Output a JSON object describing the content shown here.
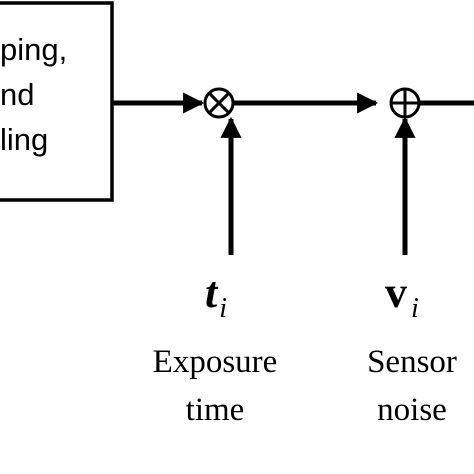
{
  "process_box": {
    "lines": [
      "ping,",
      "nd",
      "ling"
    ]
  },
  "multiply_node": {
    "symbol": "t",
    "subscript": "i",
    "caption": [
      "Exposure",
      "time"
    ]
  },
  "add_node": {
    "symbol": "v",
    "subscript": "i",
    "caption": [
      "Sensor",
      "noise"
    ]
  },
  "icons": {
    "multiply": "circled-times-icon",
    "add": "circled-plus-icon",
    "arrow": "arrow-head-icon"
  }
}
